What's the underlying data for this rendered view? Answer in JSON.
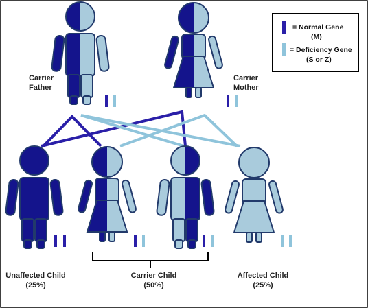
{
  "colors": {
    "normal": "#2a1fa8",
    "deficiency": "#8fc4db",
    "dark_fill": "#14148c",
    "light_fill": "#a9cbdc",
    "outline": "#223a6b",
    "border": "#000000"
  },
  "legend": {
    "normal_line1": "= Normal Gene",
    "normal_line2": "(M)",
    "deficiency_line1": "= Deficiency Gene",
    "deficiency_line2": "(S or Z)"
  },
  "parents": {
    "father": {
      "label_line1": "Carrier",
      "label_line2": "Father",
      "genes": [
        "normal",
        "deficiency"
      ]
    },
    "mother": {
      "label_line1": "Carrier",
      "label_line2": "Mother",
      "genes": [
        "normal",
        "deficiency"
      ]
    }
  },
  "children": [
    {
      "id": "unaffected-son",
      "genes": [
        "normal",
        "normal"
      ]
    },
    {
      "id": "carrier-daughter",
      "genes": [
        "normal",
        "deficiency"
      ]
    },
    {
      "id": "carrier-son",
      "genes": [
        "normal",
        "deficiency"
      ]
    },
    {
      "id": "affected-daughter",
      "genes": [
        "deficiency",
        "deficiency"
      ]
    }
  ],
  "outcomes": {
    "unaffected": {
      "line1": "Unaffected Child",
      "line2": "(25%)"
    },
    "carrier": {
      "line1": "Carrier Child",
      "line2": "(50%)"
    },
    "affected": {
      "line1": "Affected Child",
      "line2": "(25%)"
    }
  }
}
